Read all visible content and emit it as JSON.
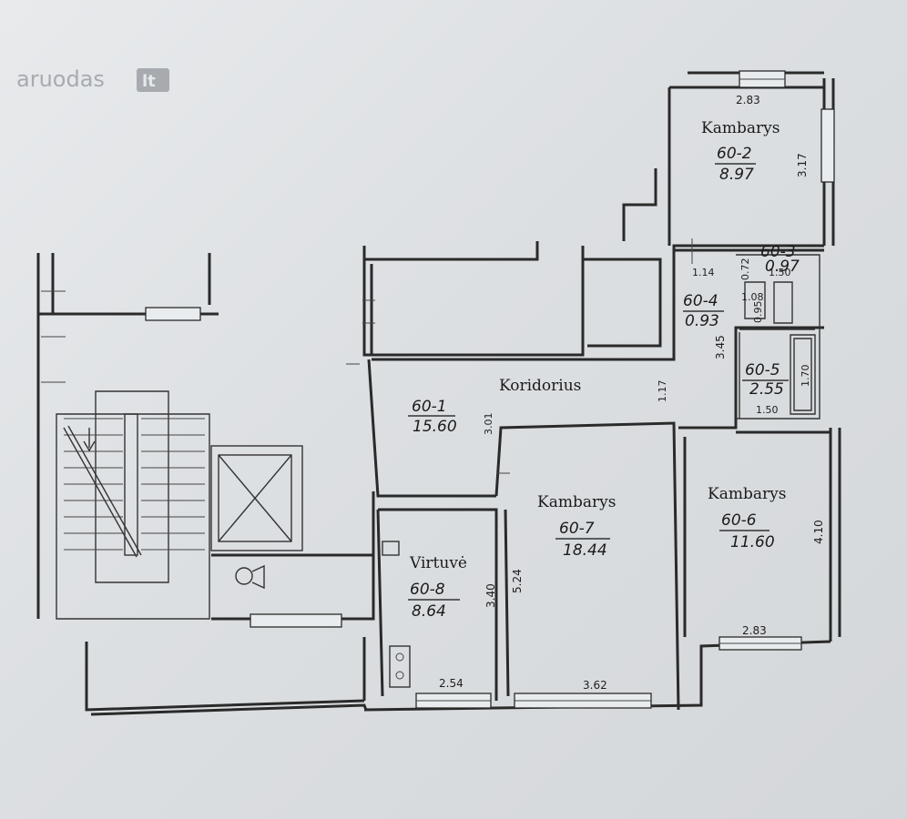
{
  "watermark": {
    "brand": "aruodas",
    "suffix": "lt"
  },
  "rooms": {
    "r2": {
      "name": "Kambarys",
      "code": "60-2",
      "area": "8.97"
    },
    "r3": {
      "code": "60-3",
      "area": "0.97"
    },
    "r4": {
      "code": "60-4",
      "area": "0.93"
    },
    "r5": {
      "code": "60-5",
      "area": "2.55"
    },
    "r1": {
      "name": "Koridorius",
      "code": "60-1",
      "area": "15.60"
    },
    "r7": {
      "name": "Kambarys",
      "code": "60-7",
      "area": "18.44"
    },
    "r6": {
      "name": "Kambarys",
      "code": "60-6",
      "area": "11.60"
    },
    "r8": {
      "name": "Virtuvė",
      "code": "60-8",
      "area": "8.64"
    }
  },
  "dimensions": {
    "r2_width": "2.83",
    "r2_height": "3.17",
    "r3_a": "1.14",
    "r3_b": "0.72",
    "r3_c": "1.50",
    "r4_a": "1.08",
    "r4_b": "0.95",
    "r4_c": "3.45",
    "r5_height": "1.70",
    "r5_width": "1.50",
    "corr_a": "1.17",
    "corr_b": "3.01",
    "r7_height": "5.24",
    "r7_width": "3.62",
    "r6_height": "4.10",
    "r6_width": "2.83",
    "r8_height": "3.40",
    "r8_width": "2.54"
  }
}
